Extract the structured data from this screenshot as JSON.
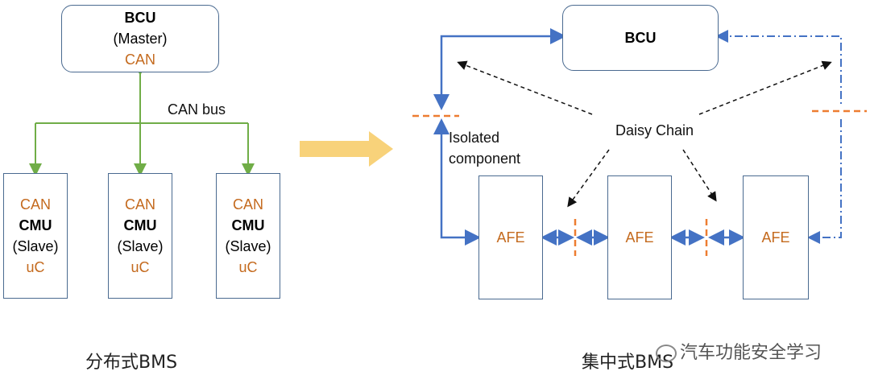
{
  "distributed": {
    "caption": "分布式BMS",
    "bcu": {
      "name": "BCU",
      "role": "(Master)",
      "port": "CAN"
    },
    "bus_label": "CAN bus",
    "cmus": [
      {
        "port": "CAN",
        "name": "CMU",
        "role": "(Slave)",
        "mcu": "uC"
      },
      {
        "port": "CAN",
        "name": "CMU",
        "role": "(Slave)",
        "mcu": "uC"
      },
      {
        "port": "CAN",
        "name": "CMU",
        "role": "(Slave)",
        "mcu": "uC"
      }
    ]
  },
  "centralized": {
    "caption": "集中式BMS",
    "bcu": {
      "name": "BCU"
    },
    "daisy_label": "Daisy Chain",
    "isolated_label_1": "Isolated",
    "isolated_label_2": "component",
    "afes": [
      {
        "name": "AFE"
      },
      {
        "name": "AFE"
      },
      {
        "name": "AFE"
      }
    ]
  },
  "watermark": "汽车功能安全学习",
  "colors": {
    "green": "#70ad47",
    "blue": "#4472c4",
    "orange": "#c46a1e",
    "dash_orange": "#ed7d31",
    "arrow_fill": "#f8d27a"
  }
}
